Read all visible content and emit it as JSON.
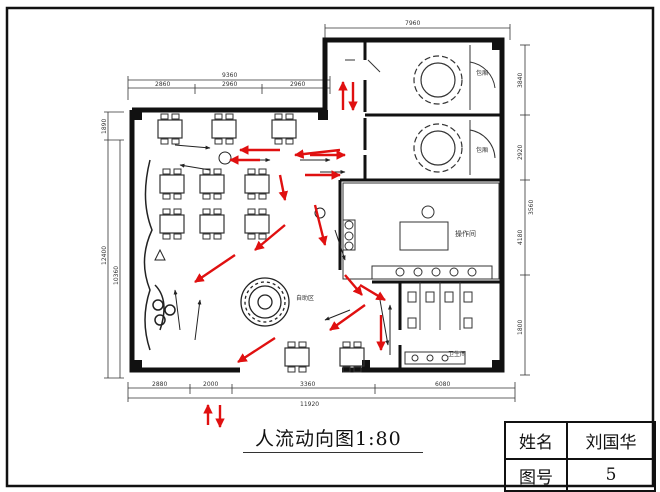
{
  "title": "人流动向图1:80",
  "titleblock": {
    "name_label": "姓名",
    "name_value": "刘国华",
    "number_label": "图号",
    "number_value": "5"
  },
  "rooms": {
    "private_room_a": "包厢",
    "private_room_b": "包厢",
    "operation_room": "操作间",
    "dining_area": "自助区",
    "restroom": "卫生间"
  },
  "dimensions": {
    "top_right_total": "7960",
    "top_left_total": "9360",
    "top_segments": [
      "2860",
      "2960",
      "2960"
    ],
    "left_total": "12400",
    "left_inner": "10360",
    "left_top": "1890",
    "bottom_segments": [
      "2880",
      "2000",
      "3360",
      "6080"
    ],
    "bottom_total": "11920",
    "right_upper": "3840",
    "right_mid_a": "2920",
    "right_mid_b": "3560",
    "right_lower_a": "4180",
    "right_lower_b": "1800"
  },
  "colors": {
    "flow_arrow": "#e01010",
    "wall": "#111111",
    "furniture": "#333333"
  }
}
